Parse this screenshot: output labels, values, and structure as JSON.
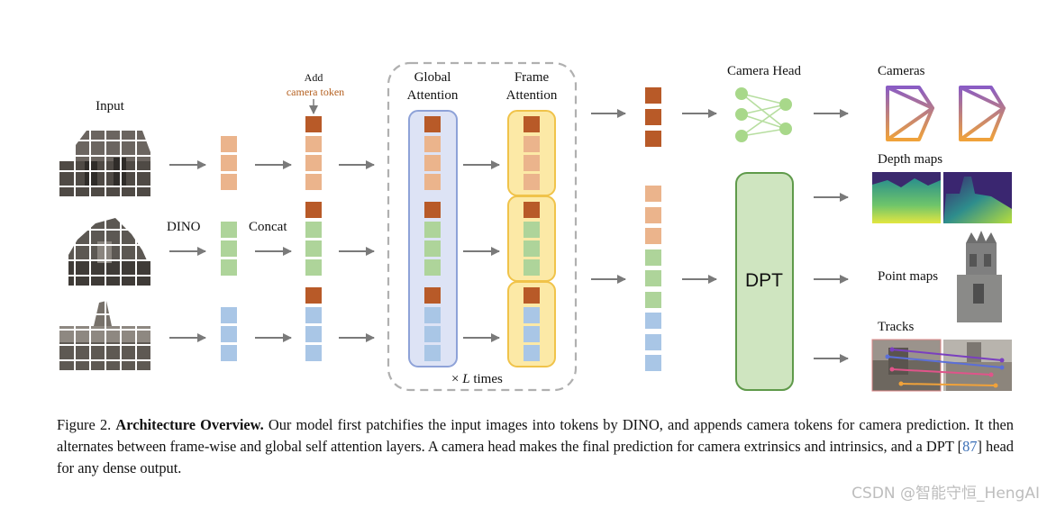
{
  "labels": {
    "input": "Input",
    "dino": "DINO",
    "concat": "Concat",
    "add": "Add",
    "camera_token": "camera token",
    "global_attention_1": "Global",
    "global_attention_2": "Attention",
    "frame_attention_1": "Frame",
    "frame_attention_2": "Attention",
    "times_symbol": "×",
    "times_L": "L",
    "times_text": "times",
    "camera_head": "Camera Head",
    "cameras": "Cameras",
    "depth_maps": "Depth maps",
    "point_maps": "Point maps",
    "tracks": "Tracks",
    "dpt": "DPT"
  },
  "caption": {
    "prefix": "Figure 2.",
    "bold": "Architecture Overview.",
    "text1": "Our model first patchifies the input images into tokens by DINO, and appends camera tokens for camera prediction.  It then alternates between frame-wise and global self attention layers.  A camera head makes the final prediction for camera extrinsics and intrinsics, and a DPT [",
    "ref": "87",
    "text2": "] head for any dense output."
  },
  "watermark": "CSDN @智能守恒_HengAI",
  "colors": {
    "camera_token": "#b85a28",
    "token_frame1": "#ebb48c",
    "token_frame2": "#aed49a",
    "token_frame3": "#a9c6e6",
    "global_box": "#dde3f5",
    "frame_box": "#fce9a6",
    "dpt_box": "#cfe5c0",
    "link": "#3b6fb6"
  }
}
